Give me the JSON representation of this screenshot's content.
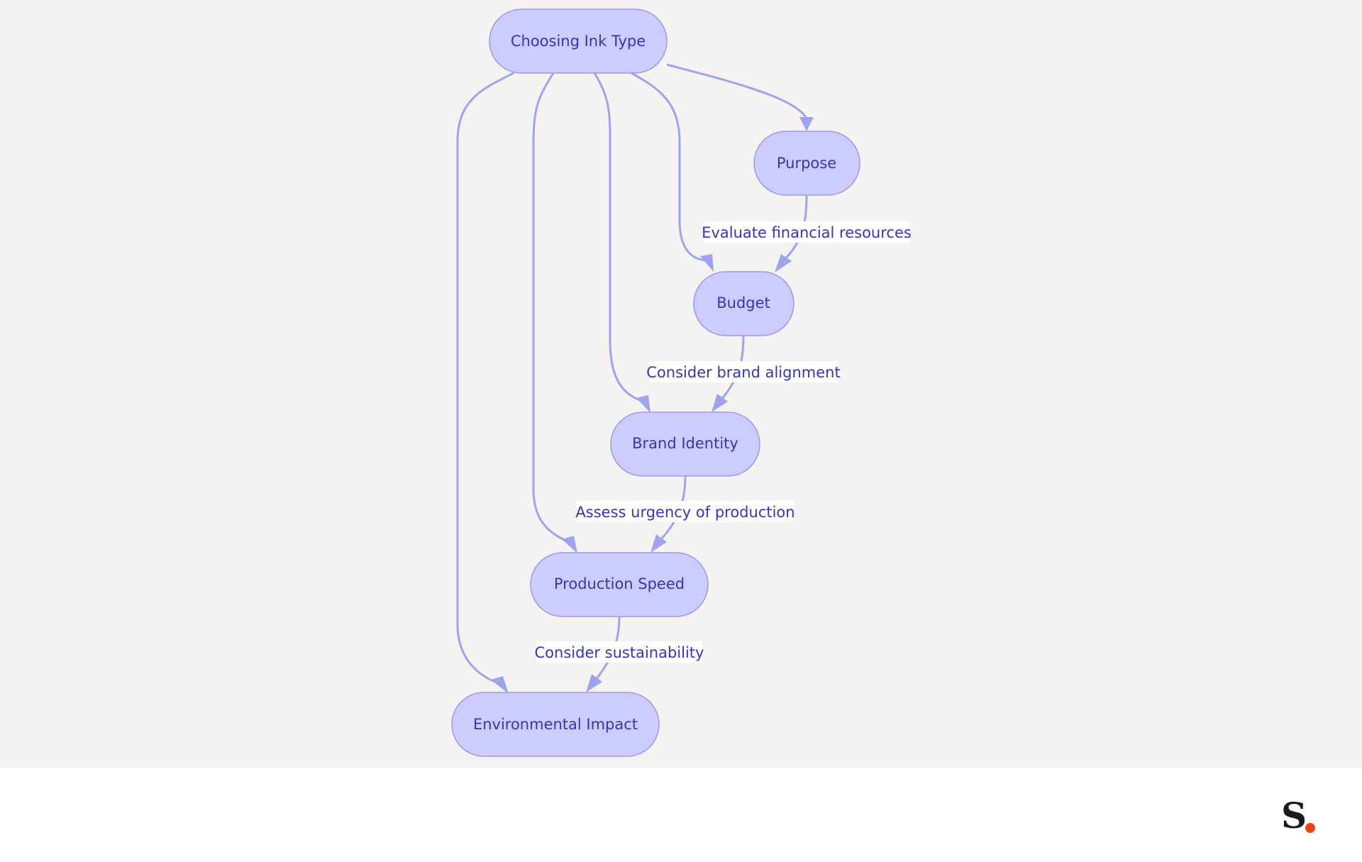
{
  "diagram": {
    "nodes": [
      {
        "id": "ink",
        "label": "Choosing Ink Type"
      },
      {
        "id": "purpose",
        "label": "Purpose"
      },
      {
        "id": "budget",
        "label": "Budget"
      },
      {
        "id": "brand",
        "label": "Brand Identity"
      },
      {
        "id": "speed",
        "label": "Production Speed"
      },
      {
        "id": "env",
        "label": "Environmental Impact"
      }
    ],
    "edges": [
      {
        "from": "ink",
        "to": "purpose",
        "label": ""
      },
      {
        "from": "ink",
        "to": "budget",
        "label": ""
      },
      {
        "from": "ink",
        "to": "brand",
        "label": ""
      },
      {
        "from": "ink",
        "to": "speed",
        "label": ""
      },
      {
        "from": "ink",
        "to": "env",
        "label": ""
      },
      {
        "from": "purpose",
        "to": "budget",
        "label": "Evaluate financial resources"
      },
      {
        "from": "budget",
        "to": "brand",
        "label": "Consider brand alignment"
      },
      {
        "from": "brand",
        "to": "speed",
        "label": "Assess urgency of production"
      },
      {
        "from": "speed",
        "to": "env",
        "label": "Consider sustainability"
      }
    ]
  },
  "colors": {
    "node_fill": "#ccccff",
    "node_stroke": "#9999ee",
    "node_text": "#3535b5",
    "edge": "#9ea3ee",
    "canvas_bg": "#f4f3f2",
    "logo_dot": "#ee4411"
  },
  "logo": {
    "letter": "S"
  }
}
